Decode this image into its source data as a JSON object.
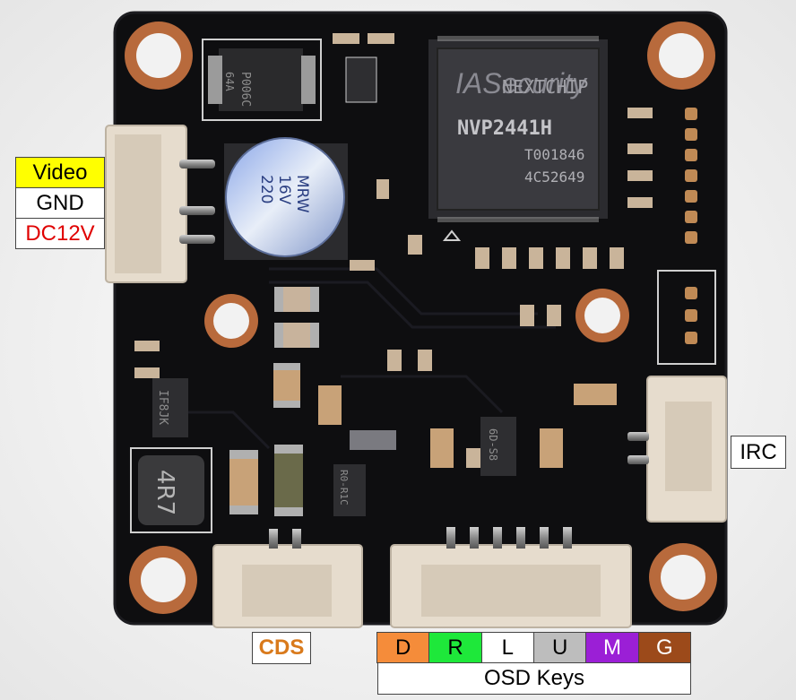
{
  "board_markings": {
    "processor_brand": "NEXTCHIP",
    "processor_model": "NVP2441H",
    "processor_lot1": "T001846",
    "processor_lot2": "4C52649",
    "watermark": "IASecurity",
    "capacitor_line1": "MRW",
    "capacitor_line2": "16V",
    "capacitor_line3": "220",
    "inductor_code": "P006C",
    "inductor_sub": "64A",
    "ic_small_1": "IF8JK",
    "ic_small_2": "6D-S8",
    "ic_small_3": "R0-R1C",
    "power_inductor": "4R7"
  },
  "connector_labels": {
    "video": "Video",
    "gnd": "GND",
    "dc12v": "DC12V",
    "video_bg": "#ffff00",
    "dc12v_color": "#e00000"
  },
  "irc_label": "IRC",
  "cds_label": "CDS",
  "cds_color": "#d97a1c",
  "osd": {
    "caption": "OSD Keys",
    "keys": [
      {
        "letter": "D",
        "bg": "#f58c3a",
        "fg": "#000000"
      },
      {
        "letter": "R",
        "bg": "#1ee83a",
        "fg": "#000000"
      },
      {
        "letter": "L",
        "bg": "#ffffff",
        "fg": "#000000"
      },
      {
        "letter": "U",
        "bg": "#bdbdbd",
        "fg": "#000000"
      },
      {
        "letter": "M",
        "bg": "#9b1fd6",
        "fg": "#ffffff"
      },
      {
        "letter": "G",
        "bg": "#9c4a1a",
        "fg": "#ffffff"
      }
    ]
  }
}
